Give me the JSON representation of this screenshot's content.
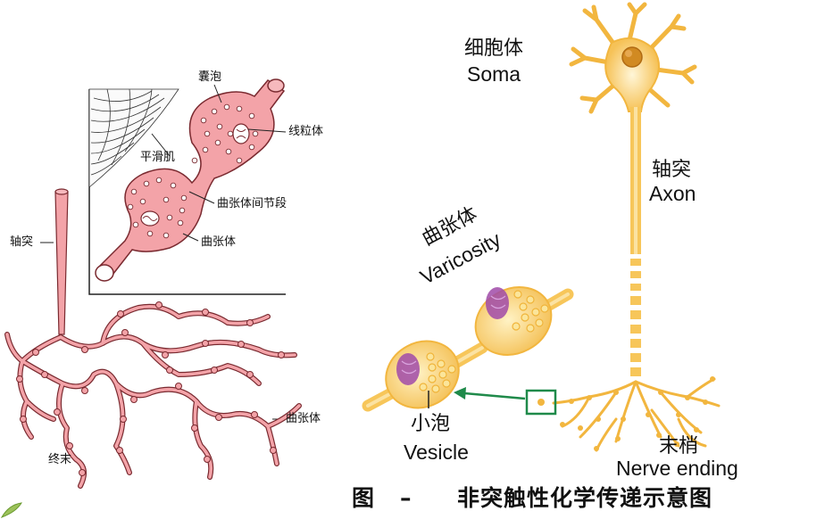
{
  "left_panel": {
    "labels": {
      "vesicle_sac": "囊泡",
      "mitochondria": "线粒体",
      "smooth_muscle": "平滑肌",
      "intervaricose_segment": "曲张体间节段",
      "varicosity": "曲张体",
      "axon": "轴突",
      "varicosity_lower": "曲张体",
      "terminal": "终末"
    }
  },
  "right_panel": {
    "soma_cn": "细胞体",
    "soma_en": "Soma",
    "axon_cn": "轴突",
    "axon_en": "Axon",
    "varicosity_cn": "曲张体",
    "varicosity_en": "Varicosity",
    "vesicle_cn": "小泡",
    "vesicle_en": "Vesicle",
    "ending_cn": "末梢",
    "ending_en": "Nerve ending"
  },
  "caption": {
    "prefix": "图",
    "dash": "–",
    "title": "非突触性化学传递示意图"
  },
  "colors": {
    "pink_fill": "#f3a3a8",
    "pink_stroke": "#7a2a30",
    "neuron_yellow": "#f7c65a",
    "neuron_light": "#fde3a0",
    "vesicle_purple": "#a04aa8",
    "highlight_green": "#1f8a4a"
  }
}
